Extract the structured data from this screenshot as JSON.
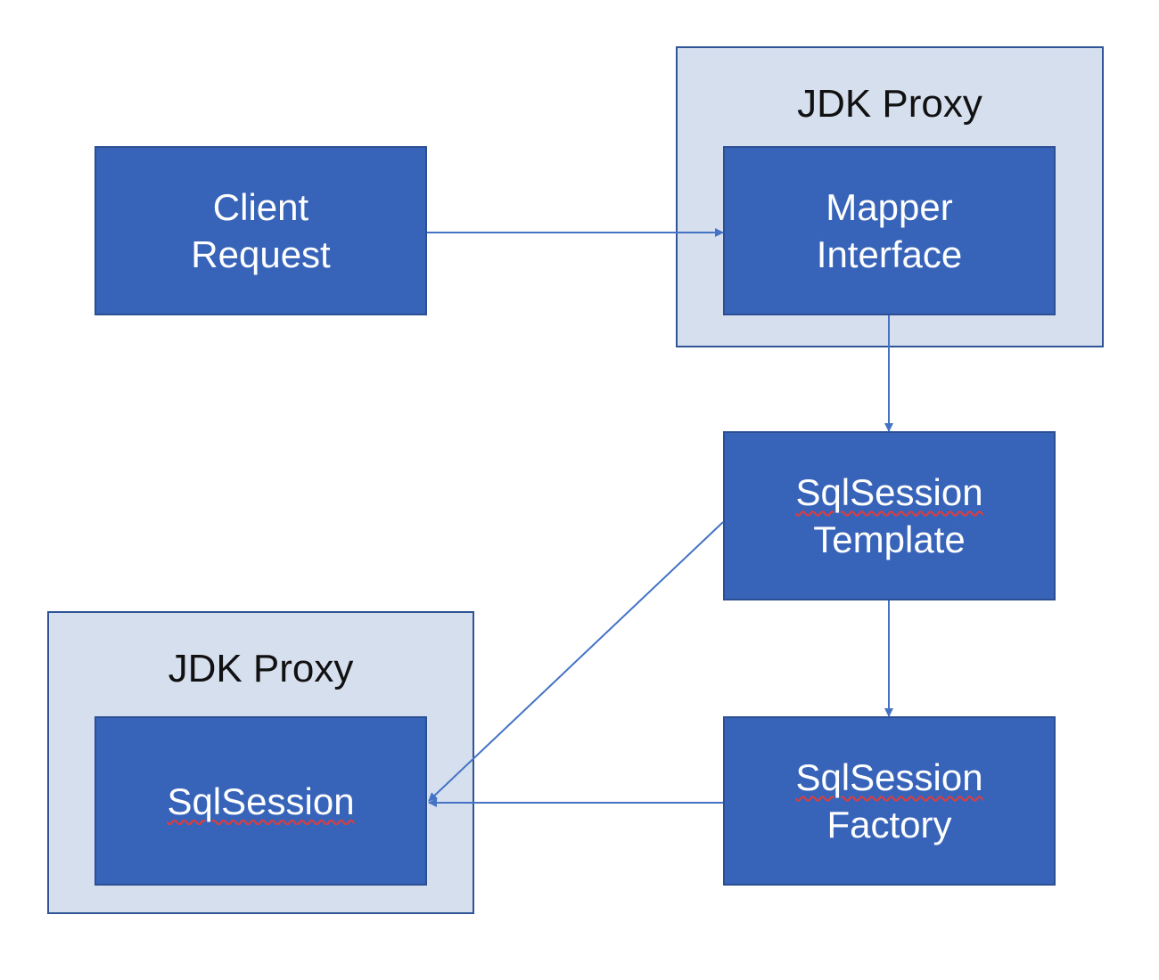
{
  "proxy_top": {
    "title": "JDK Proxy"
  },
  "proxy_bottom": {
    "title": "JDK Proxy"
  },
  "boxes": {
    "client": {
      "line1": "Client",
      "line2": "Request"
    },
    "mapper": {
      "line1": "Mapper",
      "line2": "Interface"
    },
    "template": {
      "line1": "SqlSession",
      "line2": "Template"
    },
    "factory": {
      "line1": "SqlSession",
      "line2": "Factory"
    },
    "session": {
      "line1": "SqlSession"
    }
  },
  "colors": {
    "box_fill": "#3764b8",
    "proxy_fill": "#d6dfee",
    "proxy_border": "#2f5597",
    "arrow": "#4472c4"
  }
}
